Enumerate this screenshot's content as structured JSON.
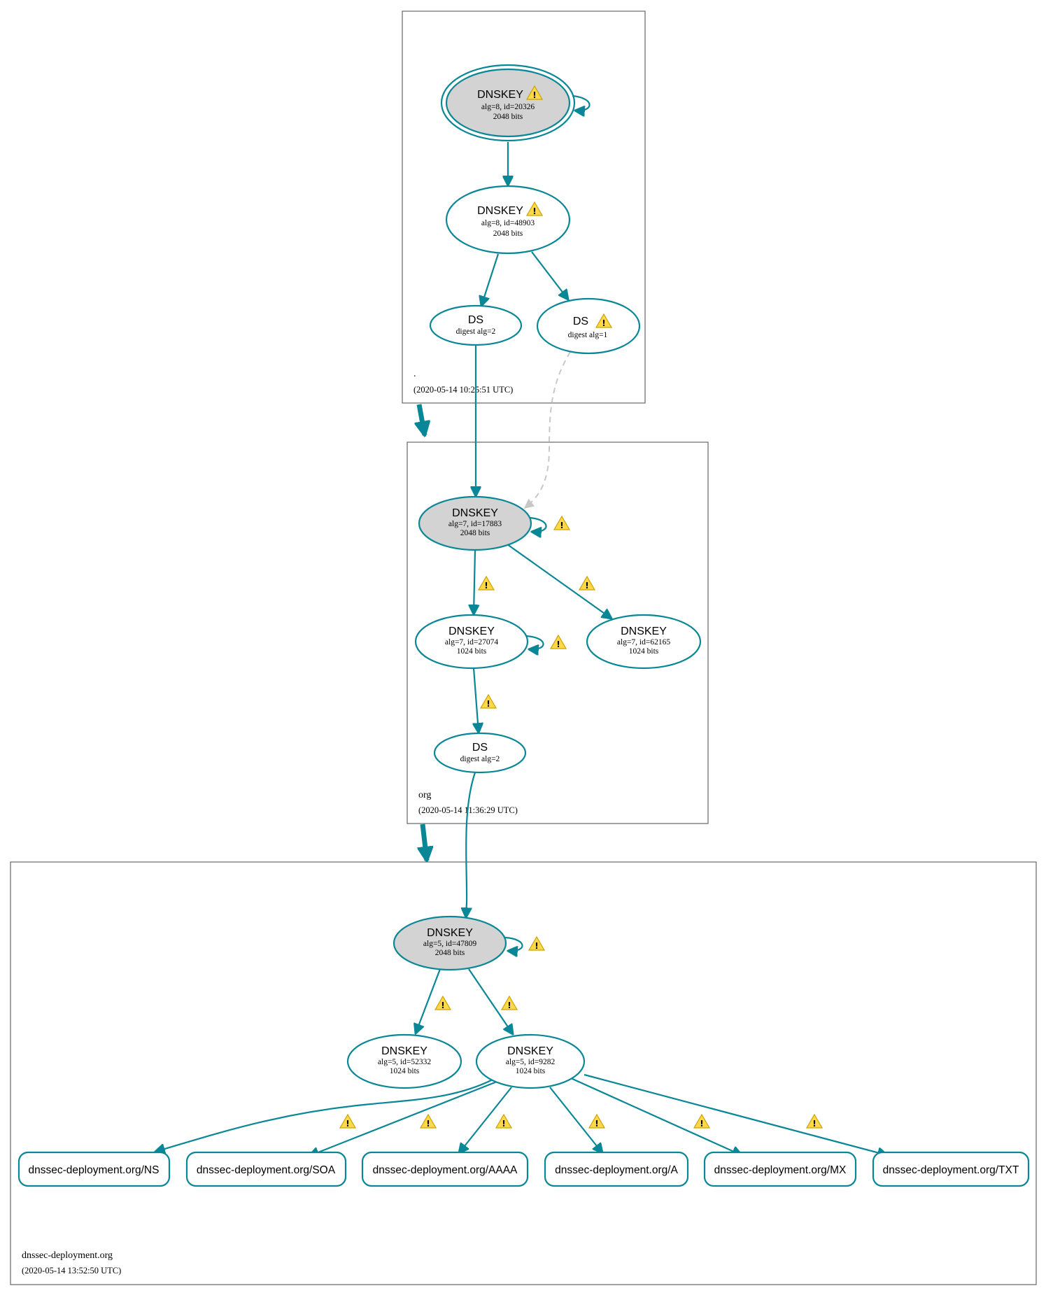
{
  "zones": [
    {
      "id": "root",
      "name": ".",
      "timestamp": "(2020-05-14 10:25:51 UTC)"
    },
    {
      "id": "org",
      "name": "org",
      "timestamp": "(2020-05-14 11:36:29 UTC)"
    },
    {
      "id": "dd",
      "name": "dnssec-deployment.org",
      "timestamp": "(2020-05-14 13:52:50 UTC)"
    }
  ],
  "nodes": [
    {
      "id": "root-ksk",
      "title": "DNSKEY",
      "lines": [
        "alg=8, id=20326",
        "2048 bits"
      ],
      "trust_anchor": true,
      "self_signed": true,
      "warning": true
    },
    {
      "id": "root-zsk",
      "title": "DNSKEY",
      "lines": [
        "alg=8, id=48903",
        "2048 bits"
      ],
      "warning": true
    },
    {
      "id": "root-ds2",
      "title": "DS",
      "lines": [
        "digest alg=2"
      ]
    },
    {
      "id": "root-ds1",
      "title": "DS",
      "lines": [
        "digest alg=1"
      ],
      "warning": true
    },
    {
      "id": "org-ksk",
      "title": "DNSKEY",
      "lines": [
        "alg=7, id=17883",
        "2048 bits"
      ],
      "filled": true,
      "self_signed": true
    },
    {
      "id": "org-zsk1",
      "title": "DNSKEY",
      "lines": [
        "alg=7, id=27074",
        "1024 bits"
      ],
      "self_signed": true
    },
    {
      "id": "org-zsk2",
      "title": "DNSKEY",
      "lines": [
        "alg=7, id=62165",
        "1024 bits"
      ]
    },
    {
      "id": "org-ds",
      "title": "DS",
      "lines": [
        "digest alg=2"
      ]
    },
    {
      "id": "dd-ksk",
      "title": "DNSKEY",
      "lines": [
        "alg=5, id=47809",
        "2048 bits"
      ],
      "filled": true,
      "self_signed": true
    },
    {
      "id": "dd-k1",
      "title": "DNSKEY",
      "lines": [
        "alg=5, id=52332",
        "1024 bits"
      ]
    },
    {
      "id": "dd-k2",
      "title": "DNSKEY",
      "lines": [
        "alg=5, id=9282",
        "1024 bits"
      ]
    }
  ],
  "records": [
    {
      "id": "rr-ns",
      "label": "dnssec-deployment.org/NS"
    },
    {
      "id": "rr-soa",
      "label": "dnssec-deployment.org/SOA"
    },
    {
      "id": "rr-aaaa",
      "label": "dnssec-deployment.org/AAAA"
    },
    {
      "id": "rr-a",
      "label": "dnssec-deployment.org/A"
    },
    {
      "id": "rr-mx",
      "label": "dnssec-deployment.org/MX"
    },
    {
      "id": "rr-txt",
      "label": "dnssec-deployment.org/TXT"
    }
  ],
  "edges": [
    {
      "from": "root-ksk",
      "to": "root-zsk"
    },
    {
      "from": "root-zsk",
      "to": "root-ds2"
    },
    {
      "from": "root-zsk",
      "to": "root-ds1"
    },
    {
      "from": "root-ds2",
      "to": "org-ksk"
    },
    {
      "from": "root-ds1",
      "to": "org-ksk",
      "style": "dashed"
    },
    {
      "from": "org-ksk",
      "to": "org-zsk1",
      "warning": true
    },
    {
      "from": "org-ksk",
      "to": "org-zsk2",
      "warning": true
    },
    {
      "from": "org-zsk1",
      "to": "org-ds",
      "warning": true
    },
    {
      "from": "org-ds",
      "to": "dd-ksk"
    },
    {
      "from": "dd-ksk",
      "to": "dd-k1",
      "warning": true
    },
    {
      "from": "dd-ksk",
      "to": "dd-k2",
      "warning": true
    },
    {
      "from": "dd-k2",
      "to": "rr-ns",
      "warning": true
    },
    {
      "from": "dd-k2",
      "to": "rr-soa",
      "warning": true
    },
    {
      "from": "dd-k2",
      "to": "rr-aaaa",
      "warning": true
    },
    {
      "from": "dd-k2",
      "to": "rr-a",
      "warning": true
    },
    {
      "from": "dd-k2",
      "to": "rr-mx",
      "warning": true
    },
    {
      "from": "dd-k2",
      "to": "rr-txt",
      "warning": true
    }
  ],
  "delegations": [
    {
      "from": "root",
      "to": "org"
    },
    {
      "from": "org",
      "to": "dd"
    }
  ],
  "colors": {
    "edge": "#0a8796",
    "trust_fill": "#d3d3d3",
    "warning": "#ffd84a",
    "dashed": "#c8c8c8"
  }
}
